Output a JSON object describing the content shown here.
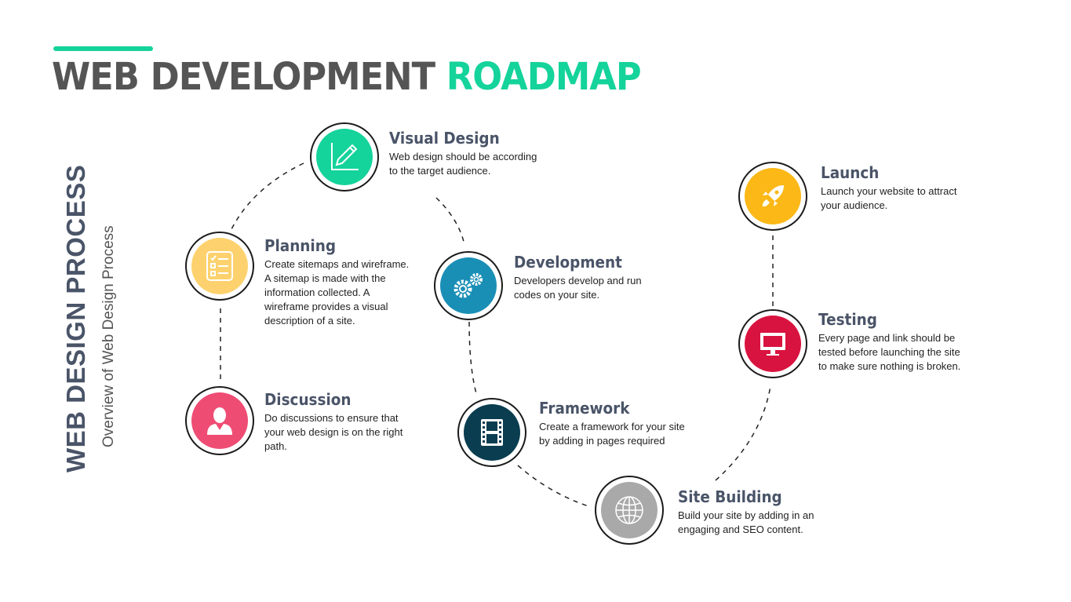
{
  "header": {
    "title_part1": "WEB DEVELOPMENT",
    "title_part2": "ROADMAP"
  },
  "side": {
    "title": "WEB DESIGN PROCESS",
    "subtitle": "Overview of Web Design Process"
  },
  "colors": {
    "accent": "#14d39b",
    "heading": "#4a5468"
  },
  "steps": [
    {
      "title": "Visual Design",
      "desc": "Web design should be according\nto the target audience.",
      "icon": "pencil-chart-icon",
      "color": "#14d39b"
    },
    {
      "title": "Planning",
      "desc": "Create sitemaps and wireframe.\nA sitemap is made with the\ninformation collected. A\nwireframe provides a visual\ndescription of a site.",
      "icon": "checklist-icon",
      "color": "#fdd26e"
    },
    {
      "title": "Discussion",
      "desc": " Do discussions to ensure that\nyour web design is on the right\npath.",
      "icon": "person-icon",
      "color": "#ef4c74"
    },
    {
      "title": "Development",
      "desc": "Developers develop and run\ncodes on your site.",
      "icon": "gears-icon",
      "color": "#1a8fb6"
    },
    {
      "title": "Framework",
      "desc": "Create a framework for your site\nby adding in pages required",
      "icon": "film-icon",
      "color": "#0a3d50"
    },
    {
      "title": "Site Building",
      "desc": "Build your site by adding in an\nengaging and SEO content.",
      "icon": "globe-icon",
      "color": "#a9a9a9"
    },
    {
      "title": "Testing",
      "desc": "Every page and link should be\ntested before launching the site\nto make sure nothing is broken.",
      "icon": "monitor-icon",
      "color": "#d9133f"
    },
    {
      "title": "Launch",
      "desc": "Launch your website to attract\nyour audience.",
      "icon": "rocket-icon",
      "color": "#fbb817"
    }
  ]
}
